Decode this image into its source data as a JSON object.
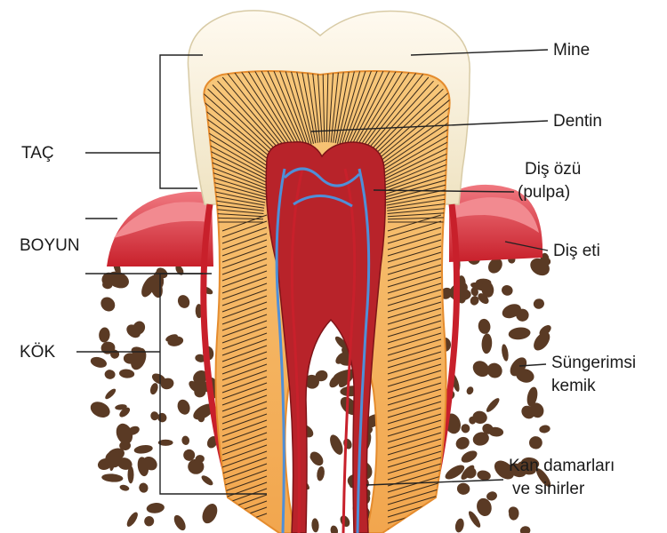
{
  "labels": {
    "mine": "Mine",
    "dentin": "Dentin",
    "pulpa_line1": "Diş özü",
    "pulpa_line2": "(pulpa)",
    "dis_eti": "Diş eti",
    "sungerimsi_line1": "Süngerimsi",
    "sungerimsi_line2": "kemik",
    "kan_line1": "Kan damarları",
    "kan_line2": "ve sinirler",
    "tac": "TAÇ",
    "boyun": "BOYUN",
    "kok": "KÖK"
  },
  "colors": {
    "enamel": "#f7f0dc",
    "dentin": "#f2a64e",
    "dentin_light": "#f7c77a",
    "pulp": "#b8232a",
    "gum": "#d93a44",
    "gum_light": "#f07880",
    "bone": "#5a3a24",
    "vessel_blue": "#4f8fd8",
    "cementum": "#c8202b"
  }
}
